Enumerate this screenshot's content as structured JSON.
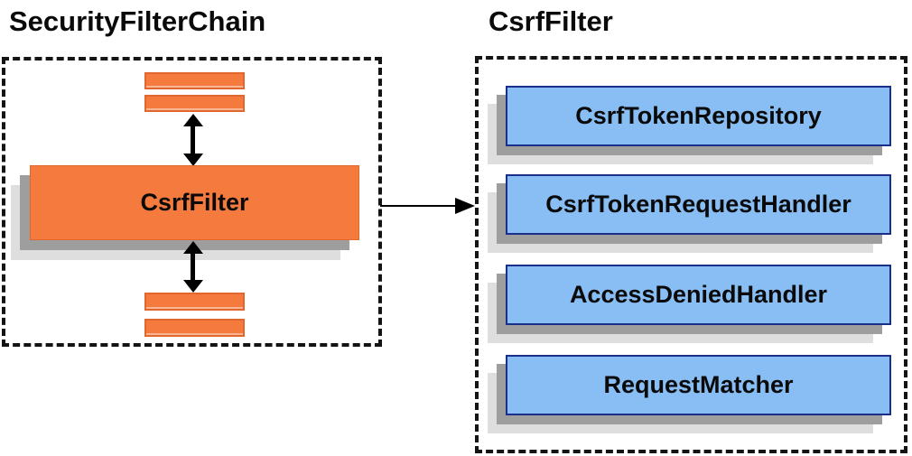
{
  "left_panel": {
    "title": "SecurityFilterChain",
    "node_label": "CsrfFilter"
  },
  "right_panel": {
    "title": "CsrfFilter",
    "components": [
      "CsrfTokenRepository",
      "CsrfTokenRequestHandler",
      "AccessDeniedHandler",
      "RequestMatcher"
    ]
  },
  "colors": {
    "orange_fill": "#F57A3D",
    "orange_border": "#E2672F",
    "blue_fill": "#88BEF4",
    "blue_border": "#1A2F8A",
    "shadow_dark": "#9E9E9E",
    "shadow_light": "#DEDEDE",
    "dashed_border": "#141414",
    "arrow": "#000000",
    "text": "#0a0a0a"
  }
}
